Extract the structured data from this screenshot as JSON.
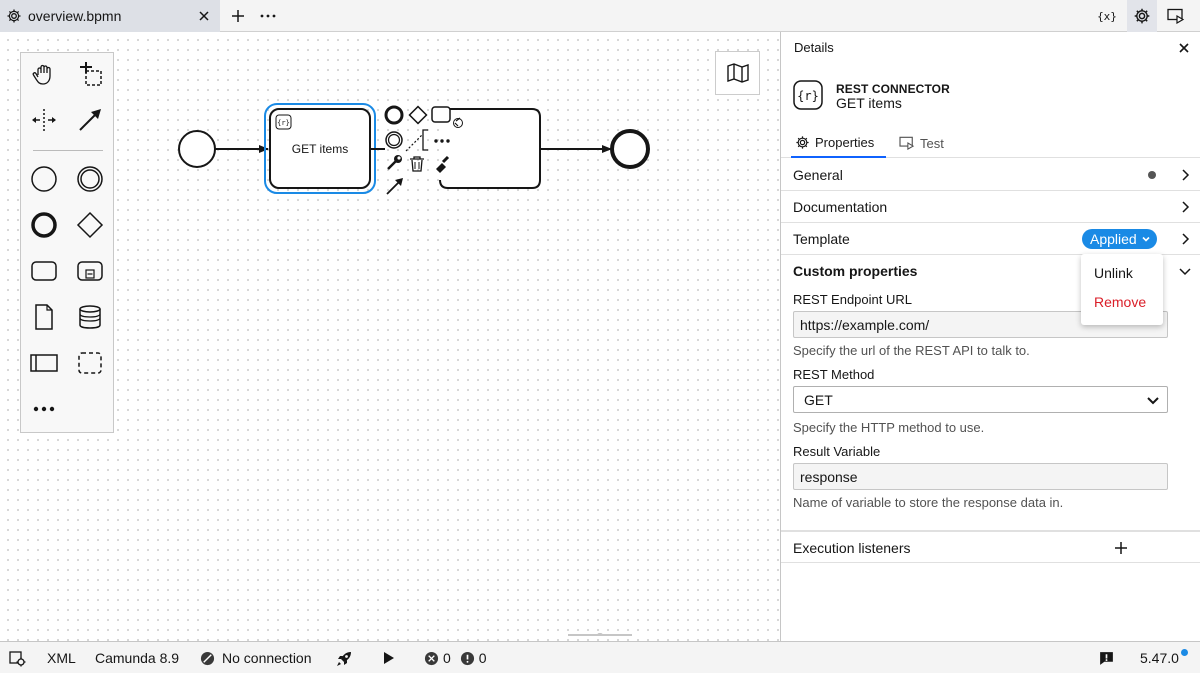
{
  "tab": {
    "label": "overview.bpmn"
  },
  "diagram": {
    "task_label": "GET items"
  },
  "panel": {
    "title": "Details",
    "element_type": "REST CONNECTOR",
    "element_name": "GET items",
    "tabs": [
      {
        "label": "Properties"
      },
      {
        "label": "Test"
      }
    ],
    "groups": {
      "general": "General",
      "documentation": "Documentation",
      "template": "Template",
      "custom": "Custom properties",
      "execution_listeners": "Execution listeners"
    },
    "template_badge": "Applied",
    "template_menu": {
      "unlink": "Unlink",
      "remove": "Remove"
    },
    "fields": {
      "url_label": "REST Endpoint URL",
      "url_value": "https://example.com/",
      "url_desc": "Specify the url of the REST API to talk to.",
      "method_label": "REST Method",
      "method_value": "GET",
      "method_desc": "Specify the HTTP method to use.",
      "result_label": "Result Variable",
      "result_value": "response",
      "result_desc": "Name of variable to store the response data in."
    }
  },
  "status": {
    "xml": "XML",
    "engine": "Camunda 8.9",
    "connection": "No connection",
    "errors": "0",
    "warnings": "0",
    "version": "5.47.0"
  },
  "colors": {
    "accent": "#0f62fe",
    "badge": "#1a8ae5",
    "remove": "#da1e28",
    "selection": "#1a8ae5"
  }
}
